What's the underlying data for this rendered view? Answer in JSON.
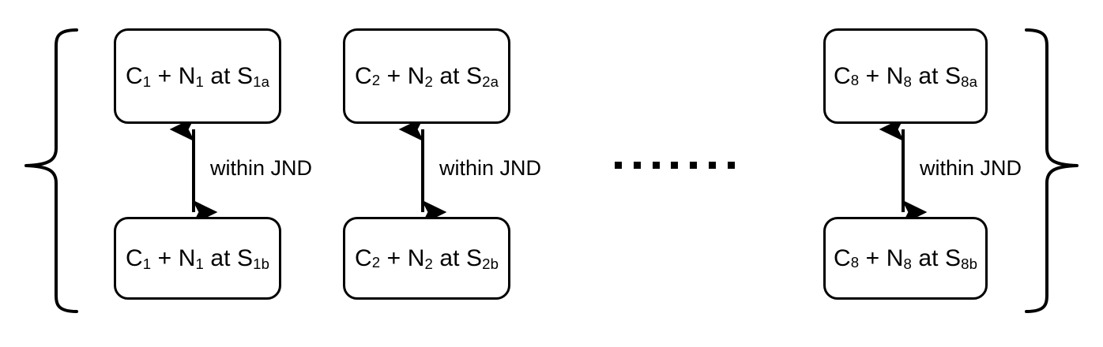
{
  "diagram": {
    "type": "stimulus-pair-bracket-diagram",
    "background_color": "#ffffff",
    "stroke_color": "#000000",
    "groups": [
      {
        "id": "group-1",
        "index": "1",
        "top_node": {
          "id": "node-1a",
          "prefix": "C",
          "sub1": "1",
          "operator": "+",
          "middle": "N",
          "sub2": "1",
          "connector": "at",
          "suffix": "S",
          "sub3": "1a",
          "full_text": "C1 + N1 at S1a"
        },
        "bottom_node": {
          "id": "node-1b",
          "prefix": "C",
          "sub1": "1",
          "operator": "+",
          "middle": "N",
          "sub2": "1",
          "connector": "at",
          "suffix": "S",
          "sub3": "1b",
          "full_text": "C1 + N1 at S1b"
        },
        "edge_label": "within JND"
      },
      {
        "id": "group-2",
        "index": "2",
        "top_node": {
          "id": "node-2a",
          "prefix": "C",
          "sub1": "2",
          "operator": "+",
          "middle": "N",
          "sub2": "2",
          "connector": "at",
          "suffix": "S",
          "sub3": "2a",
          "full_text": "C2 + N2 at S2a"
        },
        "bottom_node": {
          "id": "node-2b",
          "prefix": "C",
          "sub1": "2",
          "operator": "+",
          "middle": "N",
          "sub2": "2",
          "connector": "at",
          "suffix": "S",
          "sub3": "2b",
          "full_text": "C2 + N2 at S2b"
        },
        "edge_label": "within JND"
      },
      {
        "id": "group-8",
        "index": "8",
        "top_node": {
          "id": "node-8a",
          "prefix": "C",
          "sub1": "8",
          "operator": "+",
          "middle": "N",
          "sub2": "8",
          "connector": "at",
          "suffix": "S",
          "sub3": "8a",
          "full_text": "C8 + N8 at S8a"
        },
        "bottom_node": {
          "id": "node-8b",
          "prefix": "C",
          "sub1": "8",
          "operator": "+",
          "middle": "N",
          "sub2": "8",
          "connector": "at",
          "suffix": "S",
          "sub3": "8b",
          "full_text": "C8 + N8 at S8b"
        },
        "edge_label": "within JND"
      }
    ],
    "ellipsis": {
      "style": "square-dots",
      "count": 7,
      "meaning": "continuation between group 2 and group 8"
    },
    "brackets": {
      "left": "{",
      "right": "}"
    },
    "arrows": {
      "style": "double-headed-vertical",
      "count": 3
    }
  }
}
